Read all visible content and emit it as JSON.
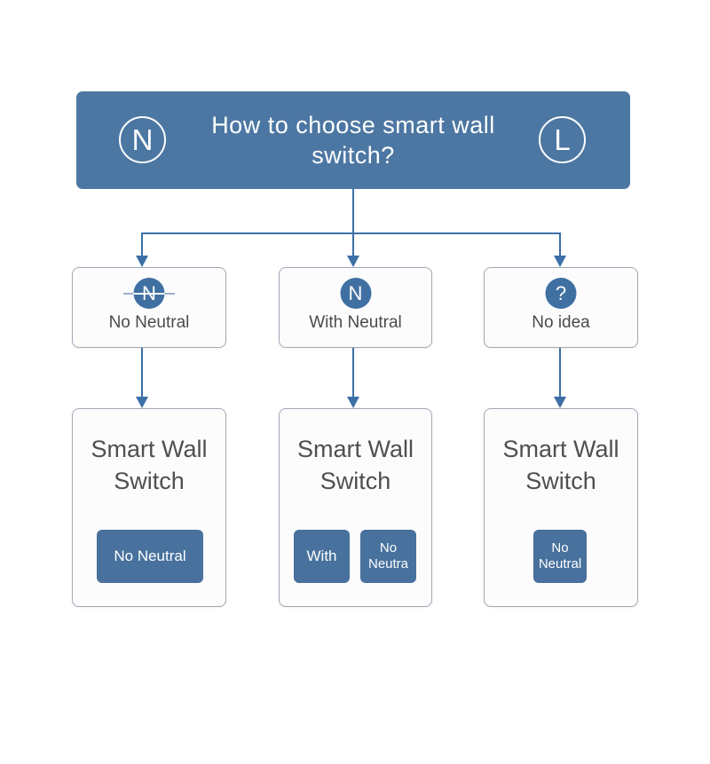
{
  "colors": {
    "header_bg": "#4d77a3",
    "circle_bg": "#4070a2",
    "button_bg": "#48719d",
    "line": "#3c70a6",
    "box_border": "#a0aab5",
    "box_bg": "#fcfcfd",
    "text_dark": "#4b4b4b",
    "strike": "#9cb0c8",
    "white": "#ffffff"
  },
  "header": {
    "title_line1": "How to choose smart wall",
    "title_line2": "switch?",
    "left_badge": "N",
    "right_badge": "L"
  },
  "options": [
    {
      "icon": "N",
      "strikethrough": true,
      "label": "No Neutral"
    },
    {
      "icon": "N",
      "strikethrough": false,
      "label": "With Neutral"
    },
    {
      "icon": "?",
      "strikethrough": false,
      "label": "No idea"
    }
  ],
  "results": [
    {
      "title_line1": "Smart Wall",
      "title_line2": "Switch",
      "buttons": [
        {
          "lines": [
            "No Neutral"
          ]
        }
      ]
    },
    {
      "title_line1": "Smart Wall",
      "title_line2": "Switch",
      "buttons": [
        {
          "lines": [
            "With"
          ]
        },
        {
          "lines": [
            "No",
            "Neutra"
          ]
        }
      ]
    },
    {
      "title_line1": "Smart Wall",
      "title_line2": "Switch",
      "buttons": [
        {
          "lines": [
            "No",
            "Neutral"
          ]
        }
      ]
    }
  ]
}
